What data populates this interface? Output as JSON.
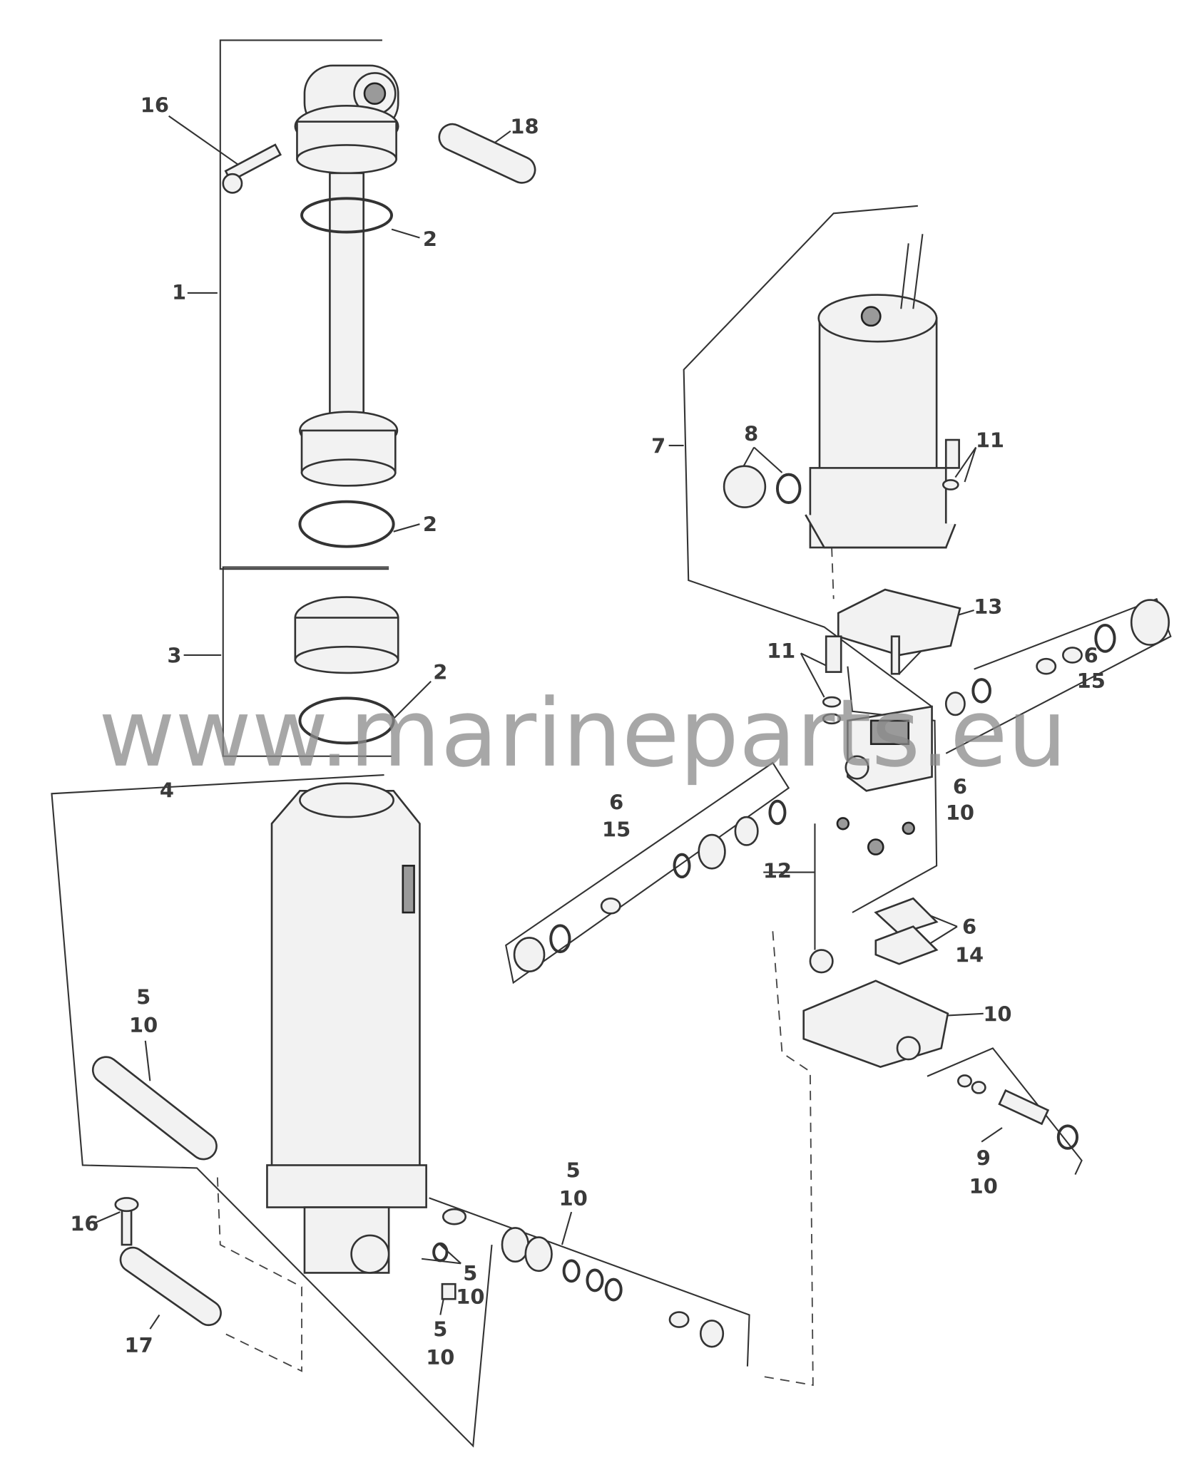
{
  "watermark": "www.marineparts.eu",
  "callouts": [
    {
      "line1": "16"
    },
    {
      "line1": "18"
    },
    {
      "line1": "2"
    },
    {
      "line1": "1"
    },
    {
      "line1": "2"
    },
    {
      "line1": "3"
    },
    {
      "line1": "2"
    },
    {
      "line1": "4"
    },
    {
      "line1": "7"
    },
    {
      "line1": "8"
    },
    {
      "line1": "11"
    },
    {
      "line1": "13"
    },
    {
      "line1": "11"
    },
    {
      "line1": "6",
      "line2": "15"
    },
    {
      "line1": "6",
      "line2": "10"
    },
    {
      "line1": "6",
      "line2": "15"
    },
    {
      "line1": "12"
    },
    {
      "line1": "6",
      "line2": "14"
    },
    {
      "line1": "10"
    },
    {
      "line1": "9",
      "line2": "10"
    },
    {
      "line1": "5",
      "line2": "10"
    },
    {
      "line1": "5",
      "line2": "10"
    },
    {
      "line1": "16"
    },
    {
      "line1": "5",
      "line2": "10"
    },
    {
      "line1": "5",
      "line2": "10"
    },
    {
      "line1": "17"
    }
  ]
}
